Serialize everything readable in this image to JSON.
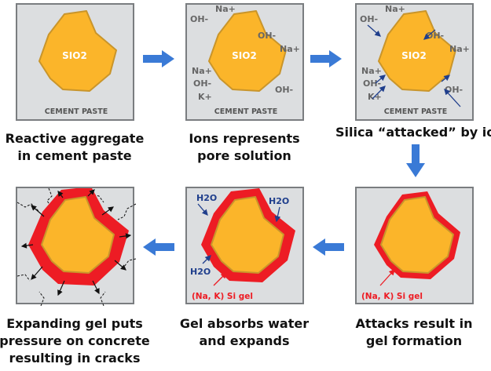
{
  "steps": [
    {
      "panel_labels": {
        "core": "SIO2",
        "base": "CEMENT PASTE"
      },
      "caption": [
        "Reactive aggregate",
        "in cement paste"
      ]
    },
    {
      "panel_labels": {
        "core": "SIO2",
        "base": "CEMENT PASTE"
      },
      "ions": [
        "Na+",
        "OH-",
        "OH-",
        "Na+",
        "Na+",
        "OH-",
        "K+",
        "OH-"
      ],
      "caption": [
        "Ions represents",
        "pore solution"
      ]
    },
    {
      "panel_labels": {
        "core": "SIO2",
        "base": "CEMENT PASTE"
      },
      "ions": [
        "Na+",
        "OH-",
        "OH-",
        "Na+",
        "Na+",
        "OH-",
        "K+",
        "OH-"
      ],
      "caption": [
        "Silica “attacked” by ion"
      ]
    },
    {
      "panel_labels": {
        "gel": "(Na, K) Si gel"
      },
      "caption": [
        "Attacks result in",
        "gel formation"
      ]
    },
    {
      "panel_labels": {
        "water_top_left": "H2O",
        "water_top_right": "H2O",
        "water_bottom": "H2O",
        "gel": "(Na, K) Si gel"
      },
      "caption": [
        "Gel absorbs water",
        "and expands"
      ]
    },
    {
      "caption": [
        "Expanding gel puts",
        "pressure on concrete",
        "resulting in cracks"
      ]
    }
  ],
  "colors": {
    "panel_bg": "#dcdee0",
    "aggregate": "#fbb52a",
    "gel": "#ed1c24",
    "ion_text": "#666666",
    "water_text": "#1f3e8c",
    "gel_text": "#ed1c24",
    "flow_arrow": "#3a7ad6"
  }
}
